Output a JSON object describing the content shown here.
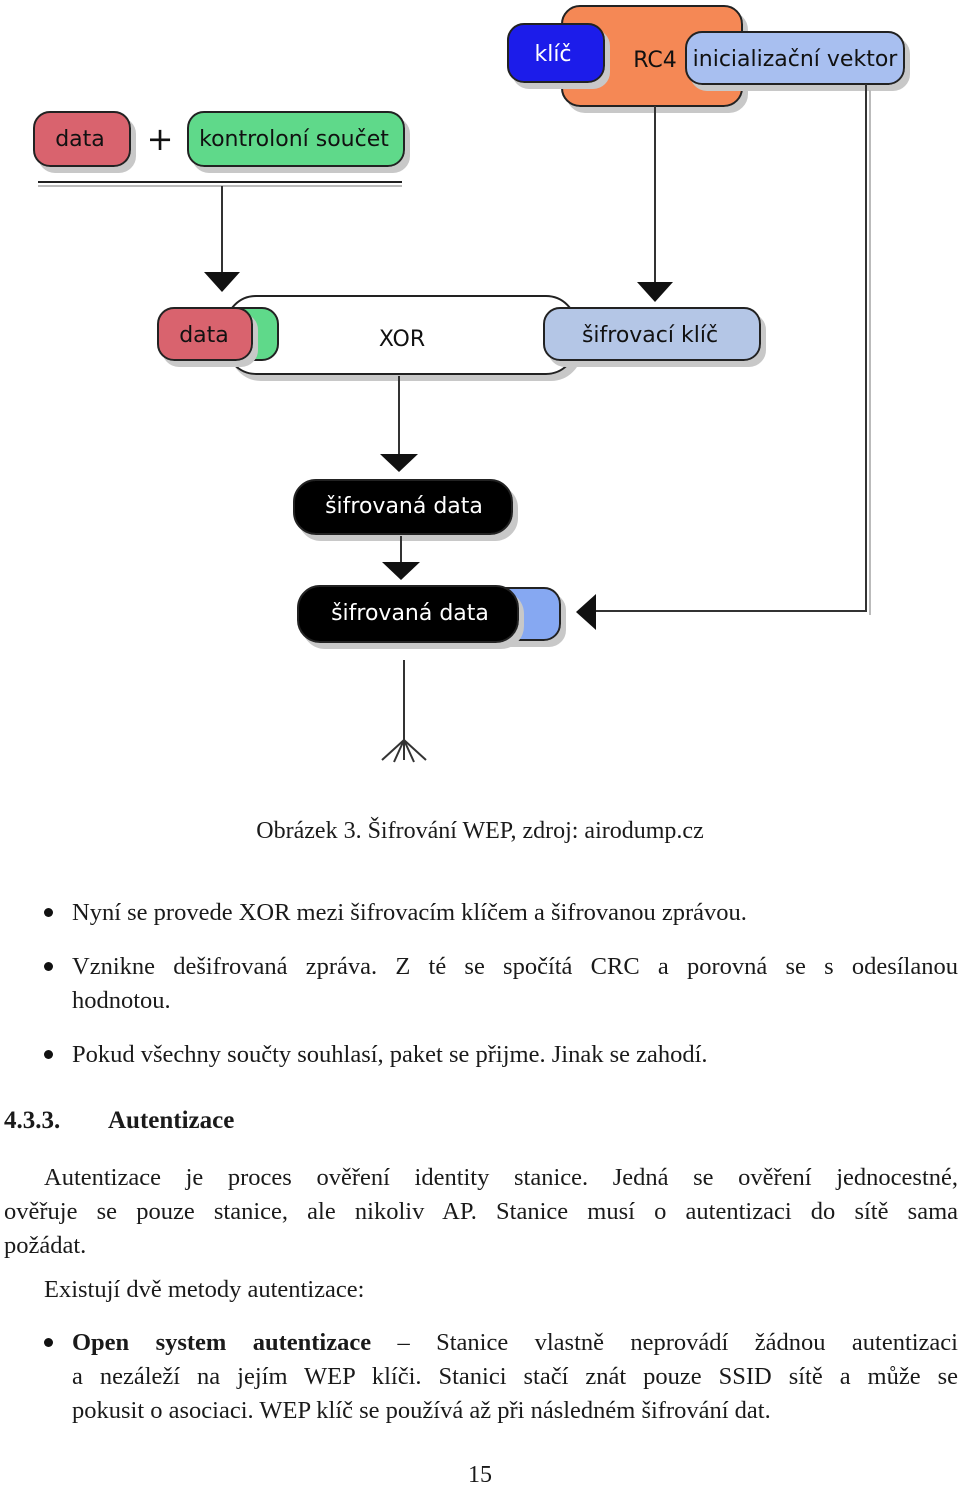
{
  "diagram": {
    "boxes": {
      "data_top": "data",
      "plus": "+",
      "checksum": "kontroloní součet",
      "key": "klíč",
      "rc4": "RC4",
      "iv": "inicializační vektor",
      "data_mid": "data",
      "xor": "XOR",
      "cipher_key": "šifrovací klíč",
      "encrypted_1": "šifrovaná data",
      "encrypted_2": "šifrovaná data"
    },
    "colors": {
      "data_red": "#d9646e",
      "checksum_green": "#5fd98a",
      "key_blue": "#1e1eea",
      "rc4_orange": "#f58855",
      "iv_lightblue": "#a8bff0",
      "cipher_key_blue": "#b4c6e6",
      "encrypted_black": "#000000",
      "encrypted_tail_blue": "#86a8f2"
    }
  },
  "caption": "Obrázek 3. Šifrování WEP, zdroj: airodump.cz",
  "bullets_top": [
    {
      "text": "Nyní se provede XOR mezi šifrovacím klíčem a šifrovanou zprávou."
    },
    {
      "line1": "Vznikne dešifrovaná zpráva. Z té se spočítá CRC a porovná se s odesílanou",
      "line2": "hodnotou."
    },
    {
      "text": "Pokud všechny součty souhlasí, paket se přijme. Jinak se zahodí."
    }
  ],
  "section": {
    "number": "4.3.3.",
    "title": "Autentizace"
  },
  "paragraph1": {
    "line1": "Autentizace je proces ověření identity stanice. Jedná se ověření jednocestné,",
    "line2": "ověřuje se pouze stanice, ale nikoliv AP. Stanice musí o autentizaci do sítě sama",
    "line3": "požádat."
  },
  "paragraph2": "Existují dvě metody autentizace:",
  "bullet_bottom": {
    "term": "Open system autentizace",
    "line1_rest": " – Stanice vlastně neprovádí žádnou autentizaci",
    "line2": "a nezáleží na jejím WEP klíči. Stanici stačí znát pouze SSID sítě a může se",
    "line3": "pokusit o asociaci. WEP klíč se používá až při následném šifrování dat."
  },
  "page_number": "15"
}
